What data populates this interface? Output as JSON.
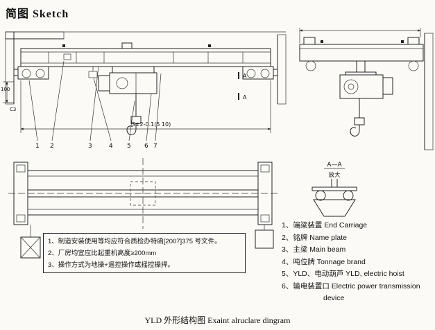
{
  "colors": {
    "line": "#222222",
    "background": "#fbfaf7"
  },
  "page": {
    "title": "简图 Sketch",
    "caption": "YLD 外形结构图 Exaint alruclare dingram"
  },
  "front_view": {
    "span_dimension": "S±2-0.1(5 10)",
    "dim_100": "100",
    "dim_c3": "C3",
    "section_mark": "A",
    "callouts": [
      "1",
      "2",
      "3",
      "4",
      "5",
      "6",
      "7"
    ]
  },
  "section_detail": {
    "label": "A—A",
    "sublabel": "放大"
  },
  "notes": {
    "lines": [
      "1、制造安装使用等均应符合质检办特函[2007]375 号文件。",
      "2、厂房均宜应比起重机高度≥200mm",
      "3、操作方式为地操+遥控操作或摇控操捍。"
    ]
  },
  "legend": {
    "lines": [
      "1、端梁装置 End Carriage",
      "2、铭牌 Name plate",
      "3、主梁 Main beam",
      "4、吨位牌 Tonnage brand",
      "5、YLD、电动葫芦 YLD, electric hoist",
      "6、输电装置口 Electric power transmission",
      "device"
    ]
  }
}
